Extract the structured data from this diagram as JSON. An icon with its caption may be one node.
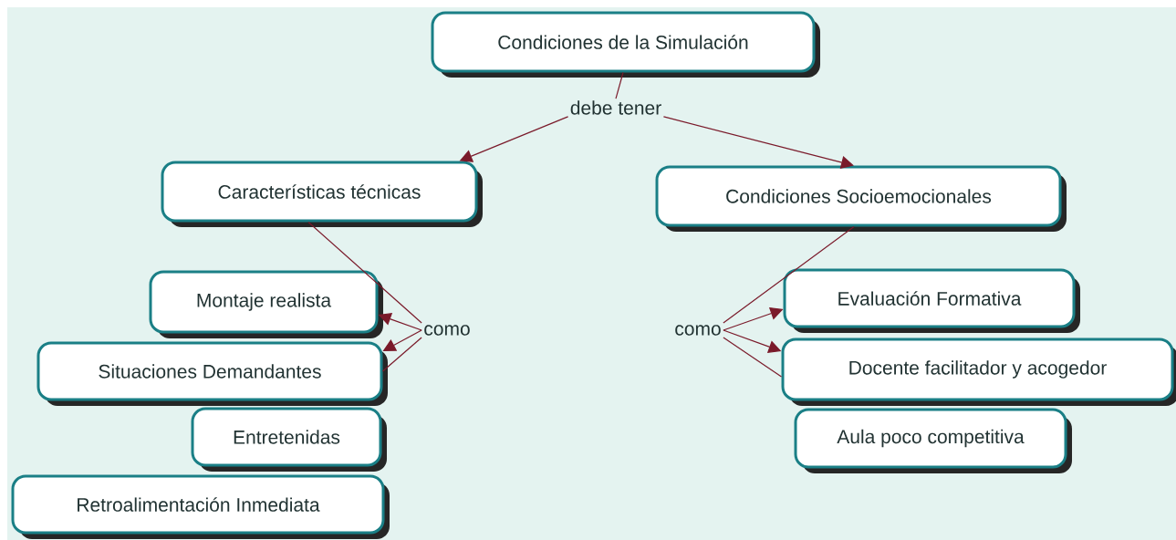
{
  "diagram": {
    "nodes": [
      {
        "text": [
          "Condiciones de la Simulación"
        ]
      },
      {
        "text": [
          "debe tener"
        ]
      },
      {
        "text": [
          "Características técnicas"
        ]
      },
      {
        "text": [
          "Condiciones Socioemocionales"
        ]
      },
      {
        "text": [
          "como"
        ]
      },
      {
        "text": [
          "Montaje realista"
        ]
      },
      {
        "text": [
          "Situaciones Demandantes"
        ]
      },
      {
        "text": [
          "Entretenidas"
        ]
      },
      {
        "text": [
          "Retroalimentación Inmediata"
        ]
      },
      {
        "text": [
          "como"
        ]
      },
      {
        "text": [
          "Evaluación Formativa"
        ]
      },
      {
        "text": [
          "Docente facilitador y acogedor"
        ]
      },
      {
        "text": [
          "Aula poco competitiva"
        ]
      }
    ],
    "edges": [
      {
        "from": 0,
        "to": 1,
        "arrow": "none"
      },
      {
        "from": 1,
        "to": 2,
        "arrow": "to"
      },
      {
        "from": 1,
        "to": 3,
        "arrow": "to"
      },
      {
        "from": 2,
        "to": 4,
        "arrow": "none"
      },
      {
        "from": 4,
        "to": 5,
        "arrow": "to"
      },
      {
        "from": 4,
        "to": 6,
        "arrow": "to"
      },
      {
        "from": 4,
        "to": 6,
        "arrow": "none"
      },
      {
        "from": 3,
        "to": 9,
        "arrow": "none"
      },
      {
        "from": 9,
        "to": 10,
        "arrow": "to"
      },
      {
        "from": 9,
        "to": 11,
        "arrow": "to"
      },
      {
        "from": 9,
        "to": 11,
        "arrow": "none"
      }
    ]
  }
}
